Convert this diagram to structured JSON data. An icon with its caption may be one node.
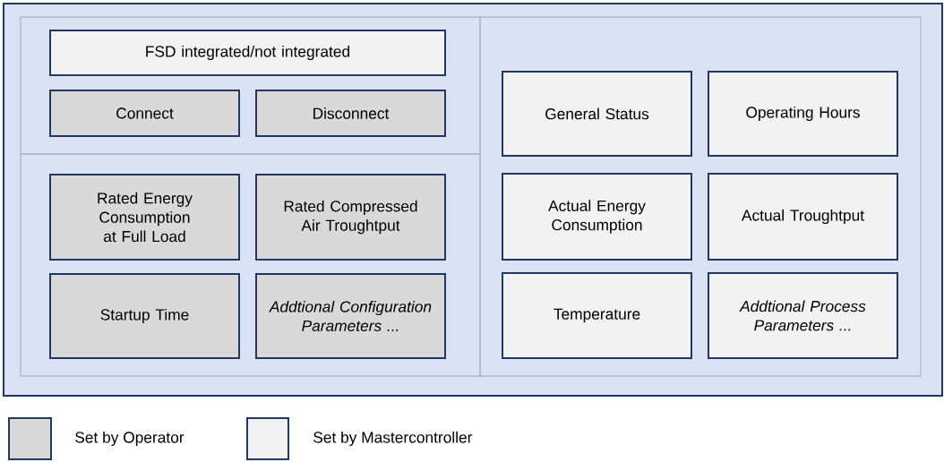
{
  "diagram": {
    "nodes": [
      {
        "text": [],
        "shape": "box"
      },
      {
        "text": [],
        "shape": "box",
        "in": 0
      },
      {
        "text": [],
        "shape": "box",
        "in": 0
      },
      {
        "text": [],
        "shape": "box",
        "in": 0
      },
      {
        "text": [
          "FSD integrated/not integrated"
        ],
        "in": 1
      },
      {
        "text": [
          "Connect"
        ],
        "in": 1
      },
      {
        "text": [
          "Disconnect"
        ],
        "in": 1
      },
      {
        "text": [
          "Rated Energy Consumption at Full Load"
        ],
        "in": 2
      },
      {
        "text": [
          "Rated Compressed Air Troughtput"
        ],
        "in": 2
      },
      {
        "text": [
          "Startup Time"
        ],
        "in": 2
      },
      {
        "text": [
          "Addtional Configuration Parameters ..."
        ],
        "in": 2
      },
      {
        "text": [
          "General Status"
        ],
        "in": 3
      },
      {
        "text": [
          "Operating Hours"
        ],
        "in": 3
      },
      {
        "text": [
          "Actual Energy Consumption"
        ],
        "in": 3
      },
      {
        "text": [
          "Actual Troughtput"
        ],
        "in": 3
      },
      {
        "text": [
          "Temperature"
        ],
        "in": 3
      },
      {
        "text": [
          "Addtional Process Parameters ..."
        ],
        "in": 3
      }
    ],
    "legend": [
      {
        "text": "Set by Operator",
        "color": "#d9d9d9"
      },
      {
        "text": "Set by Mastercontroller",
        "color": "#f2f2f2"
      }
    ]
  }
}
